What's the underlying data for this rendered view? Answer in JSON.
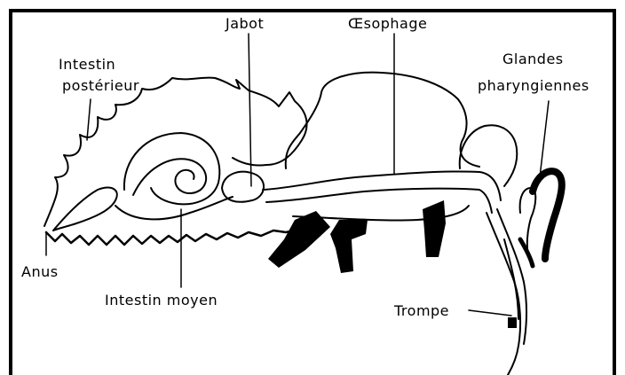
{
  "labels": {
    "jabot": "Jabot",
    "oesophage": "Œsophage",
    "intestin_posterieur_1": "Intestin",
    "intestin_posterieur_2": "postérieur",
    "glandes_1": "Glandes",
    "glandes_2": "pharyngiennes",
    "anus": "Anus",
    "intestin_moyen": "Intestin moyen",
    "trompe": "Trompe"
  },
  "colors": {
    "ink": "#000000",
    "background": "#ffffff"
  }
}
